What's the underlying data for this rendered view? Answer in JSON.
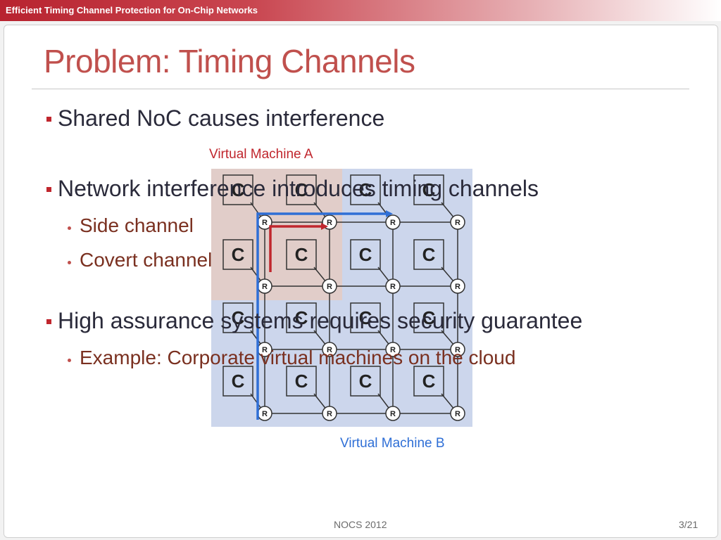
{
  "header": {
    "title": "Efficient Timing Channel Protection for On-Chip Networks"
  },
  "slide": {
    "title": "Problem: Timing Channels",
    "bullets": [
      {
        "text": "Shared NoC causes interference"
      },
      {
        "text": "Network interference introduces timing channels",
        "sub": [
          "Side channel",
          "Covert channel"
        ]
      },
      {
        "text": "High assurance systems requires security guarantee",
        "sub": [
          "Example: Corporate virtual machines on the cloud"
        ]
      }
    ]
  },
  "figure": {
    "label_vm_a": "Virtual Machine A",
    "label_vm_b": "Virtual Machine B",
    "core_label": "C",
    "router_label": "R",
    "vm_a_color": "#c0262d",
    "vm_b_color": "#2f6fd6"
  },
  "footer": {
    "venue": "NOCS 2012",
    "page": "3/21"
  }
}
